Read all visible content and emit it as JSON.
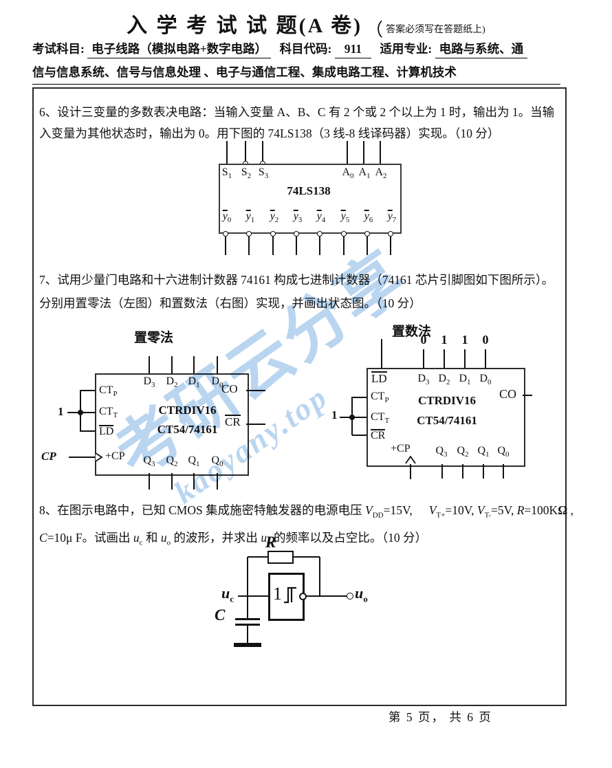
{
  "header": {
    "title": "入 学 考 试 试 题(A 卷)",
    "note_open": "（",
    "note_text": "答案必须写在答题纸上)",
    "subject_label": "考试科目:",
    "subject_value": "电子线路（模拟电路+数字电路）",
    "code_label": "科目代码:",
    "code_value": "911",
    "major_label": "适用专业:",
    "major_line1": "电路与系统、通",
    "major_line2": "信与信息系统、信号与信息处理 、电子与通信工程、集成电路工程、计算机技术"
  },
  "watermark": {
    "cn": "考研云分享",
    "en": "kaoyany.top",
    "color": "#7fb3e3"
  },
  "q6": {
    "line1": "6、设计三变量的多数表决电路：当输入变量 A、B、C 有 2 个或 2 个以上为 1 时，输出为 1。当输",
    "line2": "入变量为其他状态时，输出为 0。用下图的 74LS138（3 线-8 线译码器）实现。（10 分）"
  },
  "decoder": {
    "chip": "74LS138",
    "pins_top": [
      {
        "base": "S",
        "sub": "1"
      },
      {
        "base": "S",
        "sub": "2"
      },
      {
        "base": "S",
        "sub": "3"
      },
      {
        "base": "A",
        "sub": "0"
      },
      {
        "base": "A",
        "sub": "1"
      },
      {
        "base": "A",
        "sub": "2"
      }
    ],
    "outputs": [
      {
        "base": "y",
        "sub": "0"
      },
      {
        "base": "y",
        "sub": "1"
      },
      {
        "base": "y",
        "sub": "2"
      },
      {
        "base": "y",
        "sub": "3"
      },
      {
        "base": "y",
        "sub": "4"
      },
      {
        "base": "y",
        "sub": "5"
      },
      {
        "base": "y",
        "sub": "6"
      },
      {
        "base": "y",
        "sub": "7"
      }
    ]
  },
  "q7": {
    "line1": "7、试用少量门电路和十六进制计数器 74161 构成七进制计数器（74161 芯片引脚图如下图所示）。",
    "line2": "分别用置零法（左图）和置数法（右图）实现，并画出状态图。（10 分）"
  },
  "counter_left": {
    "title": "置零法",
    "chip1": "CTRDIV16",
    "chip2": "CT54/74161",
    "d": [
      {
        "base": "D",
        "sub": "3"
      },
      {
        "base": "D",
        "sub": "2"
      },
      {
        "base": "D",
        "sub": "1"
      },
      {
        "base": "D",
        "sub": "0"
      }
    ],
    "q": [
      {
        "base": "Q",
        "sub": "3"
      },
      {
        "base": "Q",
        "sub": "2"
      },
      {
        "base": "Q",
        "sub": "1"
      },
      {
        "base": "Q",
        "sub": "0"
      }
    ],
    "ctp": {
      "base": "CT",
      "sub": "P"
    },
    "ctt": {
      "base": "CT",
      "sub": "T"
    },
    "ld": "LD",
    "one": "1",
    "cp_ext": "CP",
    "cp_in": "+CP",
    "co": "CO",
    "cr": "CR"
  },
  "counter_right": {
    "title": "置数法",
    "preset": [
      "0",
      "1",
      "1",
      "0"
    ],
    "ld": "LD",
    "chip1": "CTRDIV16",
    "chip2": "CT54/74161",
    "d": [
      {
        "base": "D",
        "sub": "3"
      },
      {
        "base": "D",
        "sub": "2"
      },
      {
        "base": "D",
        "sub": "1"
      },
      {
        "base": "D",
        "sub": "0"
      }
    ],
    "q": [
      {
        "base": "Q",
        "sub": "3"
      },
      {
        "base": "Q",
        "sub": "2"
      },
      {
        "base": "Q",
        "sub": "1"
      },
      {
        "base": "Q",
        "sub": "0"
      }
    ],
    "ctp": {
      "base": "CT",
      "sub": "P"
    },
    "ctt": {
      "base": "CT",
      "sub": "T"
    },
    "cr": "CR",
    "one": "1",
    "co": "CO",
    "cp_in": "+CP"
  },
  "q8": {
    "p1": "8、在图示电路中，已知 CMOS 集成施密特触发器的电源电压 ",
    "v1b": "V",
    "v1s": "DD",
    "p2": "=15V,",
    "v2b": "V",
    "v2s": "T+",
    "p3": "=10V, ",
    "v3b": "V",
    "v3s": "T-",
    "p4": "=5V, ",
    "v4b": "R",
    "p5": "=100K",
    "omega": "Ω",
    "p5b": " ,",
    "v5b": "C",
    "p6": "=10μ F。试画出 ",
    "u1b": "u",
    "u1s": "c",
    "p7": " 和 ",
    "u2b": "u",
    "u2s": "o",
    "p8": " 的波形，并求出 ",
    "u3b": "u",
    "u3s": "o",
    "p9": " 的频率以及占空比。（10 分）"
  },
  "schmitt": {
    "r": "R",
    "c": "C",
    "uc_base": "u",
    "uc_sub": "c",
    "uo_base": "u",
    "uo_sub": "o",
    "gate": "1"
  },
  "footer": {
    "text": "第 5 页， 共 6  页"
  }
}
